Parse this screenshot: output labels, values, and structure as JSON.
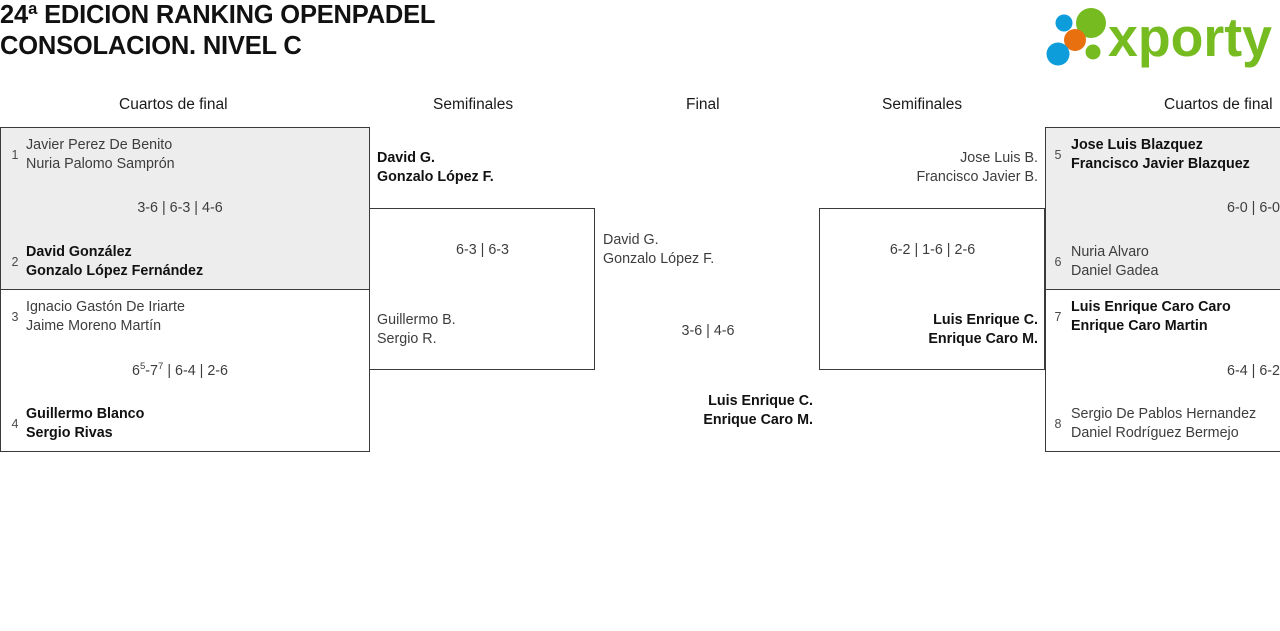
{
  "header": {
    "title": "24ª EDICION RANKING OPENPADEL\nCONSOLACION. NIVEL C",
    "logo_text": "xporty",
    "logo_colors": {
      "green": "#76bc21",
      "blue": "#0d9ddb",
      "orange": "#e8700f"
    }
  },
  "rounds": {
    "left_quarters": "Cuartos de final",
    "left_semis": "Semifinales",
    "final": "Final",
    "right_semis": "Semifinales",
    "right_quarters": "Cuartos de final"
  },
  "matches": {
    "qf1": {
      "seed_top": "1",
      "team_top_line1": "Javier Perez De Benito",
      "team_top_line2": "Nuria Palomo Samprón",
      "score": "3-6 | 6-3 | 4-6",
      "seed_bottom": "2",
      "team_bottom_line1": "David González",
      "team_bottom_line2": "Gonzalo López Fernández",
      "winner": "bottom"
    },
    "qf2": {
      "seed_top": "3",
      "team_top_line1": "Ignacio Gastón De Iriarte",
      "team_top_line2": "Jaime Moreno Martín",
      "score_html": "6<sup>5</sup>-7<sup>7</sup> | 6-4 | 2-6",
      "seed_bottom": "4",
      "team_bottom_line1": "Guillermo Blanco",
      "team_bottom_line2": "Sergio Rivas",
      "winner": "bottom"
    },
    "qf3": {
      "seed_top": "5",
      "team_top_line1": "Jose Luis Blazquez",
      "team_top_line2": "Francisco Javier Blazquez",
      "score": "6-0 | 6-0",
      "seed_bottom": "6",
      "team_bottom_line1": "Nuria Alvaro",
      "team_bottom_line2": "Daniel Gadea",
      "winner": "top"
    },
    "qf4": {
      "seed_top": "7",
      "team_top_line1": "Luis Enrique Caro Caro",
      "team_top_line2": "Enrique Caro Martin",
      "score": "6-4 | 6-2",
      "seed_bottom": "8",
      "team_bottom_line1": "Sergio De Pablos Hernandez",
      "team_bottom_line2": "Daniel Rodríguez Bermejo",
      "winner": "top"
    },
    "sf_left": {
      "team_top_line1": "David G.",
      "team_top_line2": "Gonzalo López F.",
      "score": "6-3 | 6-3",
      "team_bottom_line1": "Guillermo B.",
      "team_bottom_line2": "Sergio R.",
      "winner": "top"
    },
    "sf_right": {
      "team_top_line1": "Jose Luis B.",
      "team_top_line2": "Francisco Javier B.",
      "score": "6-2 | 1-6 | 2-6",
      "team_bottom_line1": "Luis Enrique C.",
      "team_bottom_line2": "Enrique Caro M.",
      "winner": "bottom"
    },
    "final": {
      "team_top_line1": "David G.",
      "team_top_line2": "Gonzalo López F.",
      "score": "3-6 | 4-6",
      "team_bottom_line1": "Luis Enrique C.",
      "team_bottom_line2": "Enrique Caro M.",
      "winner": "bottom"
    }
  }
}
